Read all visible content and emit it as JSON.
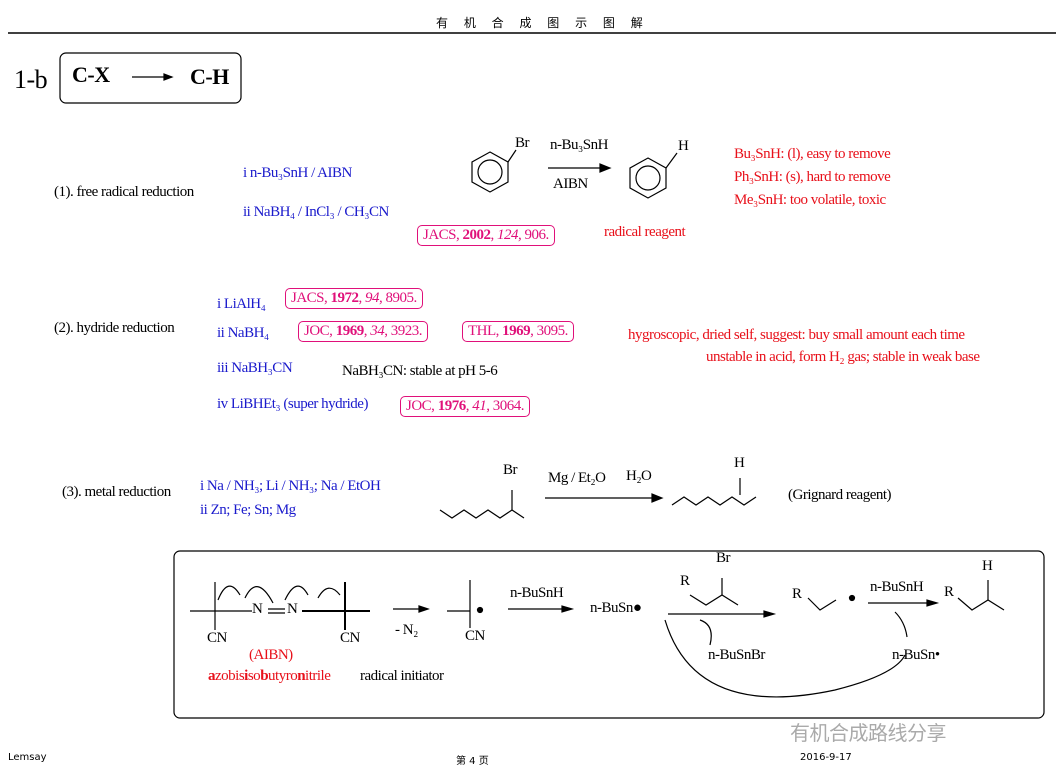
{
  "header": {
    "title": "有 机 合 成 图 示 图 解"
  },
  "section": {
    "number": "1-b",
    "from": "C-X",
    "to": "C-H"
  },
  "part1": {
    "title": "(1). free radical reduction",
    "m1": "i  n-Bu₃SnH / AIBN",
    "m2": "ii  NaBH₄ / InCl₃ / CH₃CN",
    "ref": {
      "journal": "JACS, ",
      "year": "2002",
      "vol": "124,",
      "page": " 906."
    },
    "reagent_top": "n-Bu₃SnH",
    "reagent_bottom": "AIBN",
    "sub_br": "Br",
    "prod_h": "H",
    "label": "radical  reagent",
    "notes": [
      "Bu₃SnH:  (l), easy to remove",
      "Ph₃SnH:  (s), hard to remove",
      "Me₃SnH:  too volatile, toxic"
    ]
  },
  "part2": {
    "title": "(2). hydride reduction",
    "m1": "i  LiAlH₄",
    "m2": "ii  NaBH₄",
    "m3": "iii  NaBH₃CN",
    "m4": "iv  LiBHEt₃  (super hydride)",
    "ref1": {
      "journal": "JACS, ",
      "year": "1972",
      "vol": "94",
      "page": ", 8905."
    },
    "ref2": {
      "journal": "JOC, ",
      "year": "1969",
      "vol": "34",
      "page": ", 3923."
    },
    "ref3": {
      "journal": "THL, ",
      "year": "1969",
      "page": ", 3095."
    },
    "ref4": {
      "journal": "JOC, ",
      "year": "1976",
      "vol": "41",
      "page": ", 3064."
    },
    "note_cn": "NaBH₃CN:  stable at pH 5-6",
    "note1": "hygroscopic, dried self, suggest: buy small amount each time",
    "note2": "unstable in acid, form H₂ gas;   stable in weak base"
  },
  "part3": {
    "title": "(3). metal reduction",
    "m1": "i   Na / NH₃; Li / NH₃; Na / EtOH",
    "m2": "ii  Zn; Fe; Sn; Mg",
    "sub_br": "Br",
    "reagent1": "Mg / Et₂O",
    "reagent2": "H₂O",
    "prod_h": "H",
    "label": "(Grignard reagent)"
  },
  "mechanism": {
    "n1": "N",
    "n2": "N",
    "cn1": "CN",
    "cn2": "CN",
    "cn3": "CN",
    "minus_n2": "- N₂",
    "reagent1": "n-BuSnH",
    "bu_rad": "n-BuSn",
    "aibn": "(AIBN)",
    "name_parts": [
      {
        "t": "a",
        "b": true
      },
      {
        "t": "zobis",
        "b": false
      },
      {
        "t": "i",
        "b": true
      },
      {
        "t": "so",
        "b": false
      },
      {
        "t": "b",
        "b": true
      },
      {
        "t": "utyro",
        "b": false
      },
      {
        "t": "n",
        "b": true
      },
      {
        "t": "itrile",
        "b": false
      }
    ],
    "initiator": "radical initiator",
    "r1": "R",
    "br": "Br",
    "r2": "R",
    "reagent2": "n-BuSnH",
    "r3": "R",
    "h": "H",
    "byproduct": "n-BuSnBr",
    "bu_rad2": "n-BuSn•"
  },
  "footer": {
    "author": "Lemsay",
    "page": "第 4 页",
    "date": "2016-9-17",
    "watermark": "有机合成路线分享"
  }
}
